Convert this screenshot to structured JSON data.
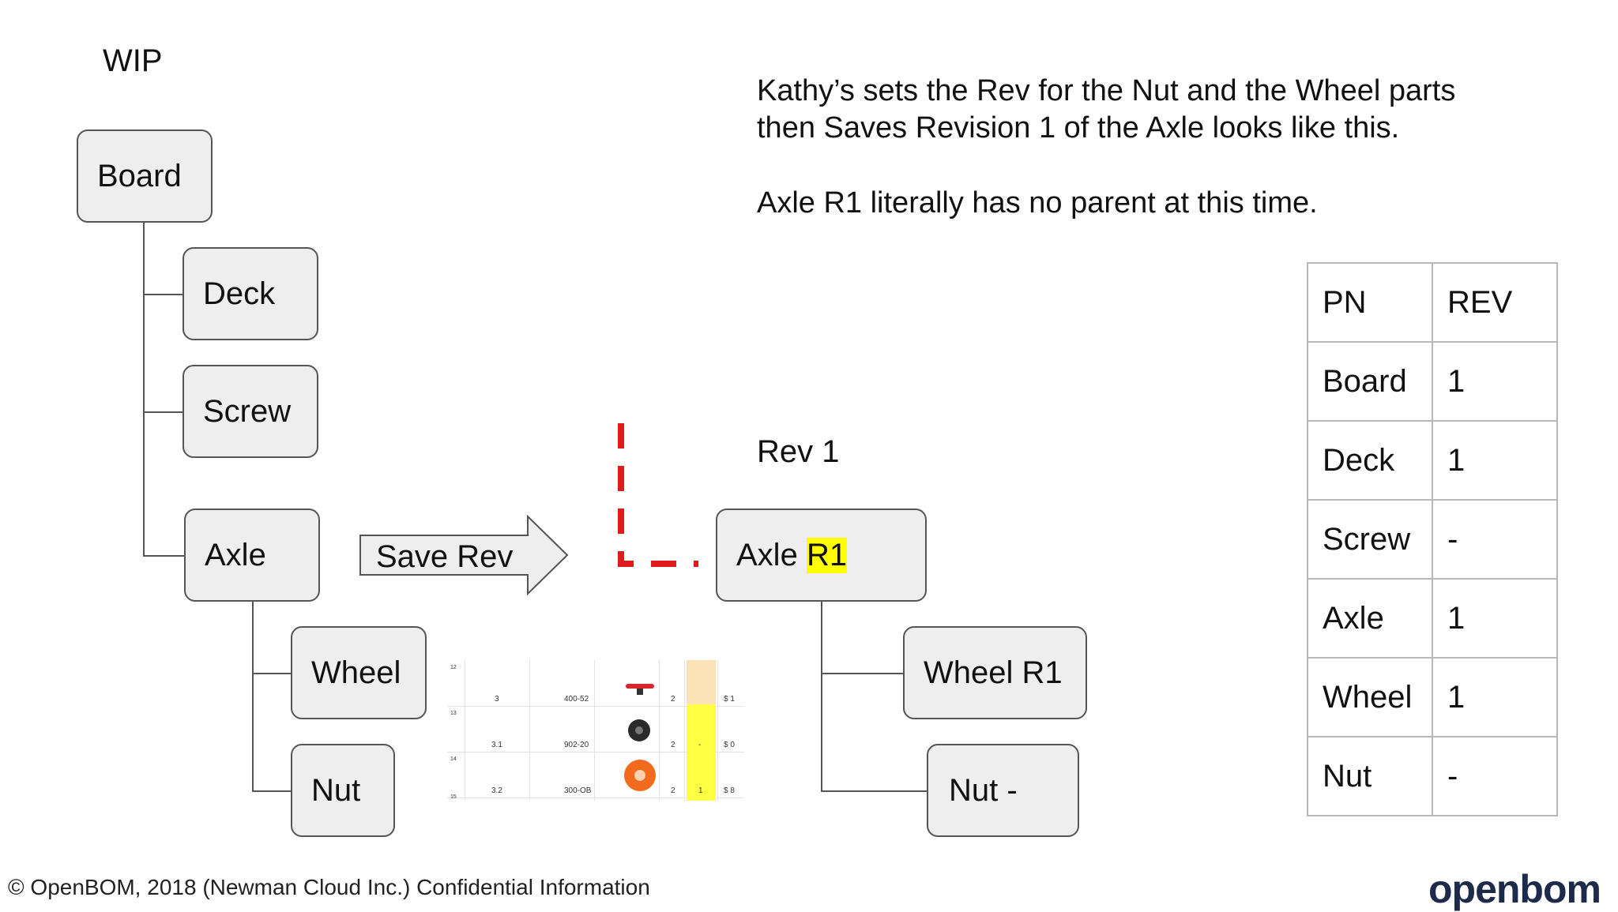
{
  "wip_label": "WIP",
  "tree_left": {
    "board": "Board",
    "deck": "Deck",
    "screw": "Screw",
    "axle": "Axle",
    "wheel": "Wheel",
    "nut": "Nut"
  },
  "arrow_label": "Save Rev",
  "description": {
    "line1": "Kathy’s sets the Rev for the Nut and the Wheel parts",
    "line2": "then Saves Revision 1 of the Axle looks like this.",
    "line3": "Axle R1 literally has no parent at this time."
  },
  "rev_label": "Rev 1",
  "tree_right": {
    "axle_prefix": "Axle",
    "axle_rev": "R1",
    "wheel": "Wheel R1",
    "nut": "Nut -"
  },
  "rev_table": {
    "headers": [
      "PN",
      "REV"
    ],
    "rows": [
      [
        "Board",
        "1"
      ],
      [
        "Deck",
        "1"
      ],
      [
        "Screw",
        "-"
      ],
      [
        "Axle",
        "1"
      ],
      [
        "Wheel",
        "1"
      ],
      [
        "Nut",
        "-"
      ]
    ]
  },
  "thumbnail": {
    "row_numbers": [
      "12",
      "13",
      "14",
      "15"
    ],
    "rows": [
      {
        "item": "3",
        "pn": "400-52",
        "qty": "2",
        "rev": "",
        "cost": "$ 1"
      },
      {
        "item": "3.1",
        "pn": "902-20",
        "qty": "2",
        "rev": "-",
        "cost": "$ 0"
      },
      {
        "item": "3.2",
        "pn": "300-OB",
        "qty": "2",
        "rev": "1",
        "cost": "$ 8"
      }
    ]
  },
  "footer": "© OpenBOM, 2018 (Newman Cloud Inc.) Confidential Information",
  "logo": "openbom",
  "colors": {
    "highlight": "#ffff00",
    "dashed_line": "#e01b1b",
    "node_fill": "#eeeeee",
    "logo": "#1e2a4a"
  }
}
